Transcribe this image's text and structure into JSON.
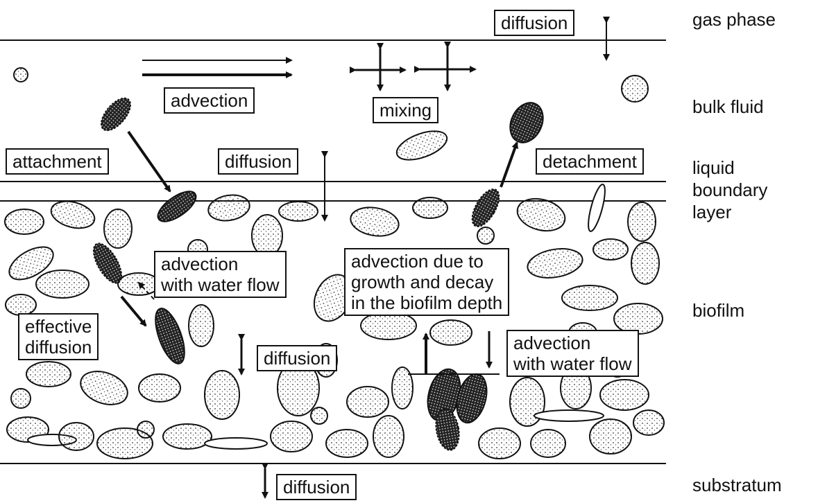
{
  "layers": {
    "gas_phase": "gas phase",
    "bulk_fluid": "bulk fluid",
    "boundary_1": "liquid",
    "boundary_2": "boundary",
    "boundary_3": "layer",
    "biofilm": "biofilm",
    "substratum": "substratum"
  },
  "labels": {
    "diffusion_top": "diffusion",
    "advection": "advection",
    "mixing": "mixing",
    "attachment": "attachment",
    "diffusion_boundary": "diffusion",
    "detachment": "detachment",
    "advection_water_1": "advection",
    "advection_water_2": "with water flow",
    "growth_1": "advection due to",
    "growth_2": "growth and decay",
    "growth_3": "in the biofilm depth",
    "effective_1": "effective",
    "effective_2": "diffusion",
    "diffusion_biofilm": "diffusion",
    "advection_flow_1": "advection",
    "advection_flow_2": "with water flow",
    "diffusion_bottom": "diffusion"
  },
  "colors": {
    "ink": "#111111",
    "cell_fill": "#ffffff",
    "stipple": "#333333"
  }
}
